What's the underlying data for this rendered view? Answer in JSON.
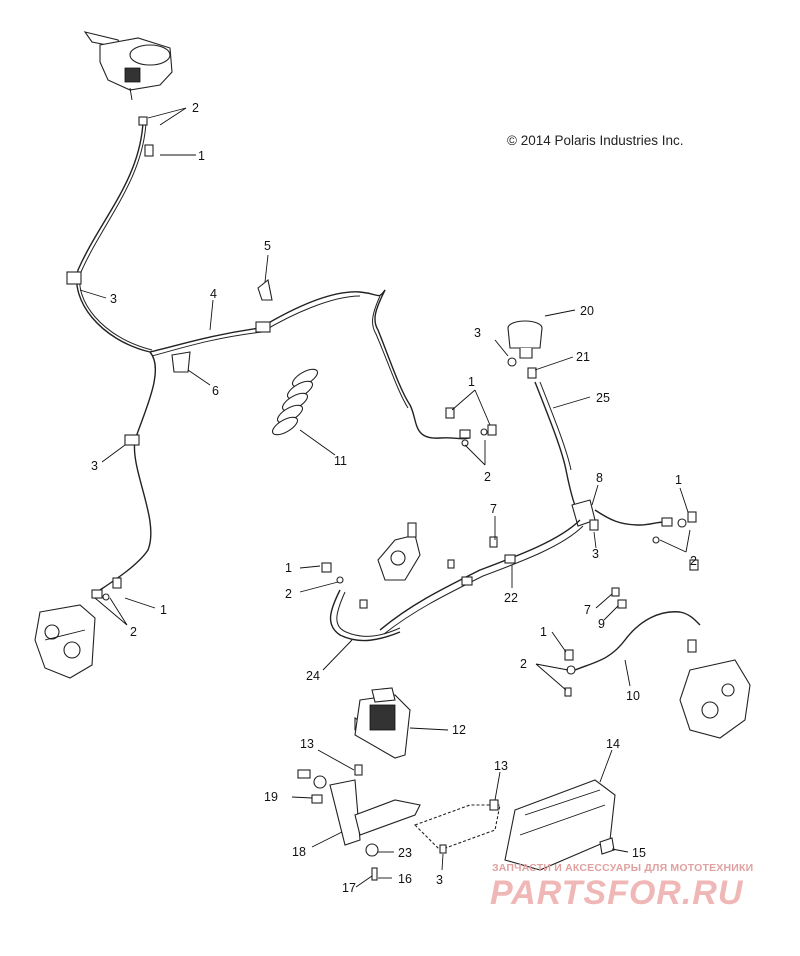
{
  "copyright": "© 2014 Polaris Industries Inc.",
  "watermark": {
    "subtitle": "ЗАПЧАСТИ И АКСЕССУАРЫ ДЛЯ МОТОТЕХНИКИ",
    "logo_text": "PARTSFOR.RU"
  },
  "callouts": [
    {
      "id": "c2a",
      "label": "2"
    },
    {
      "id": "c1a",
      "label": "1"
    },
    {
      "id": "c3a",
      "label": "3"
    },
    {
      "id": "c4",
      "label": "4"
    },
    {
      "id": "c5",
      "label": "5"
    },
    {
      "id": "c6",
      "label": "6"
    },
    {
      "id": "c11",
      "label": "11"
    },
    {
      "id": "c3b",
      "label": "3"
    },
    {
      "id": "c1b",
      "label": "1"
    },
    {
      "id": "c2b",
      "label": "2"
    },
    {
      "id": "c3c",
      "label": "3"
    },
    {
      "id": "c1c",
      "label": "1"
    },
    {
      "id": "c2c",
      "label": "2"
    },
    {
      "id": "c20",
      "label": "20"
    },
    {
      "id": "c21",
      "label": "21"
    },
    {
      "id": "c25",
      "label": "25"
    },
    {
      "id": "c8",
      "label": "8"
    },
    {
      "id": "c1d",
      "label": "1"
    },
    {
      "id": "c3d",
      "label": "3"
    },
    {
      "id": "c2d",
      "label": "2"
    },
    {
      "id": "c7a",
      "label": "7"
    },
    {
      "id": "c1e",
      "label": "1"
    },
    {
      "id": "c2e",
      "label": "2"
    },
    {
      "id": "c22",
      "label": "22"
    },
    {
      "id": "c7b",
      "label": "7"
    },
    {
      "id": "c9",
      "label": "9"
    },
    {
      "id": "c1f",
      "label": "1"
    },
    {
      "id": "c2f",
      "label": "2"
    },
    {
      "id": "c10",
      "label": "10"
    },
    {
      "id": "c24",
      "label": "24"
    },
    {
      "id": "c12",
      "label": "12"
    },
    {
      "id": "c14",
      "label": "14"
    },
    {
      "id": "c13a",
      "label": "13"
    },
    {
      "id": "c13b",
      "label": "13"
    },
    {
      "id": "c19",
      "label": "19"
    },
    {
      "id": "c18",
      "label": "18"
    },
    {
      "id": "c23",
      "label": "23"
    },
    {
      "id": "c16",
      "label": "16"
    },
    {
      "id": "c17",
      "label": "17"
    },
    {
      "id": "c3e",
      "label": "3"
    },
    {
      "id": "c15",
      "label": "15"
    }
  ]
}
